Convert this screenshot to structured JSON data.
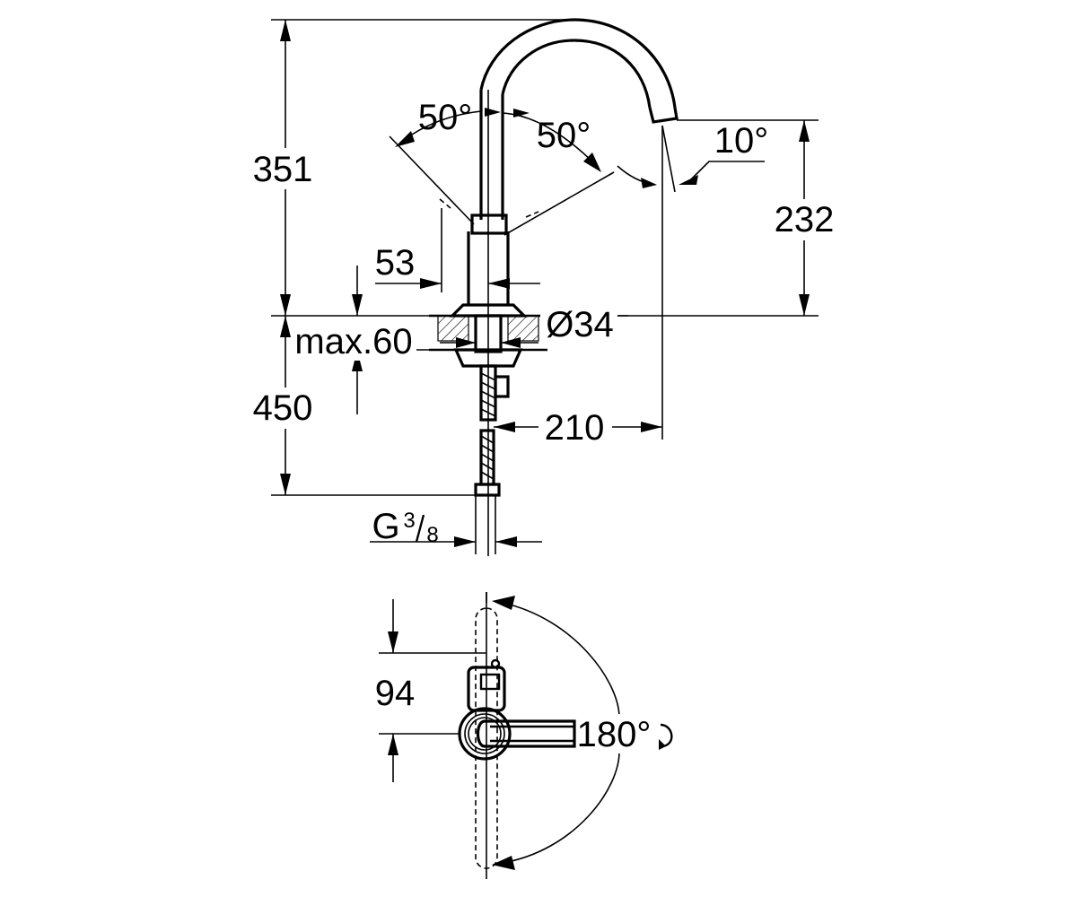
{
  "dimensions": {
    "total_height": "351",
    "spout_height": "232",
    "handle_angle_left": "50°",
    "handle_angle_right": "50°",
    "spout_tilt": "10°",
    "handle_offset": "53",
    "base_diameter": "Ø34",
    "max_counter_thickness": "max.60",
    "hose_length": "450",
    "spout_reach": "210",
    "connection_thread": "G",
    "connection_thread_num": "3",
    "connection_thread_den": "8",
    "top_view_depth": "94",
    "swivel_angle": "180°"
  }
}
